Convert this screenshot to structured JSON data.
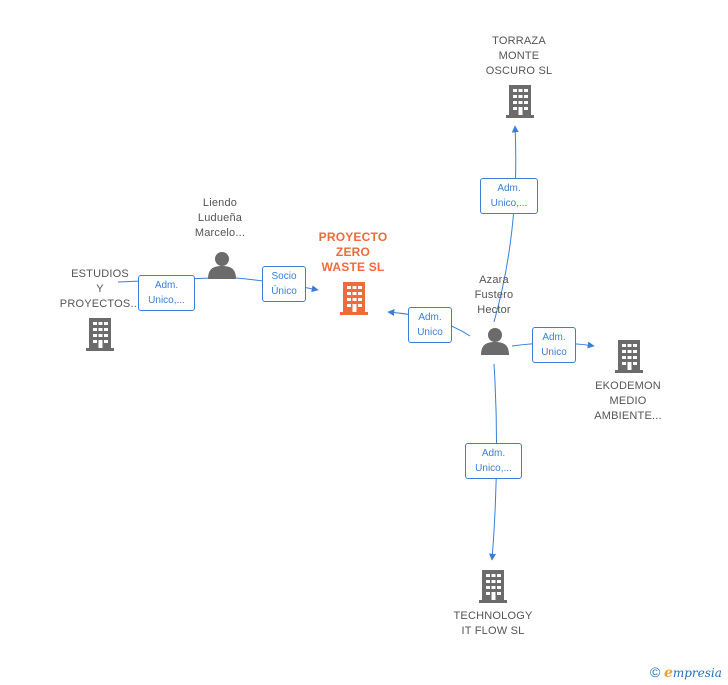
{
  "colors": {
    "edge": "#3a7fd5",
    "company": "#6b6b6b",
    "main_company": "#f06a3a",
    "person": "#6b6b6b"
  },
  "nodes": {
    "proyecto_zero": {
      "lines": [
        "PROYECTO",
        "ZERO",
        "WASTE  SL"
      ],
      "icon": "building-icon"
    },
    "torraza": {
      "lines": [
        "TORRAZA",
        "MONTE",
        "OSCURO  SL"
      ],
      "icon": "building-icon"
    },
    "estudios": {
      "lines": [
        "ESTUDIOS",
        "Y",
        "PROYECTOS..."
      ],
      "icon": "building-icon"
    },
    "ekodemon": {
      "lines": [
        "EKODEMON",
        "MEDIO",
        "AMBIENTE..."
      ],
      "icon": "building-icon"
    },
    "technology": {
      "lines": [
        "TECHNOLOGY",
        "IT FLOW  SL"
      ],
      "icon": "building-icon"
    },
    "liendo": {
      "lines": [
        "Liendo",
        "Ludueña",
        "Marcelo..."
      ],
      "icon": "person-icon"
    },
    "azara": {
      "lines": [
        "Azara",
        "Fustero",
        "Hector"
      ],
      "icon": "person-icon"
    }
  },
  "relations": {
    "estudios_liendo": [
      "Adm.",
      "Unico,..."
    ],
    "liendo_proyecto": [
      "Socio",
      "Único"
    ],
    "azara_proyecto": [
      "Adm.",
      "Unico"
    ],
    "azara_torraza": [
      "Adm.",
      "Unico,..."
    ],
    "azara_ekodemon": [
      "Adm.",
      "Unico"
    ],
    "azara_technology": [
      "Adm.",
      "Unico,..."
    ]
  },
  "footer": {
    "copyright": "©",
    "brand_initial": "e",
    "brand_rest": "mpresia"
  }
}
